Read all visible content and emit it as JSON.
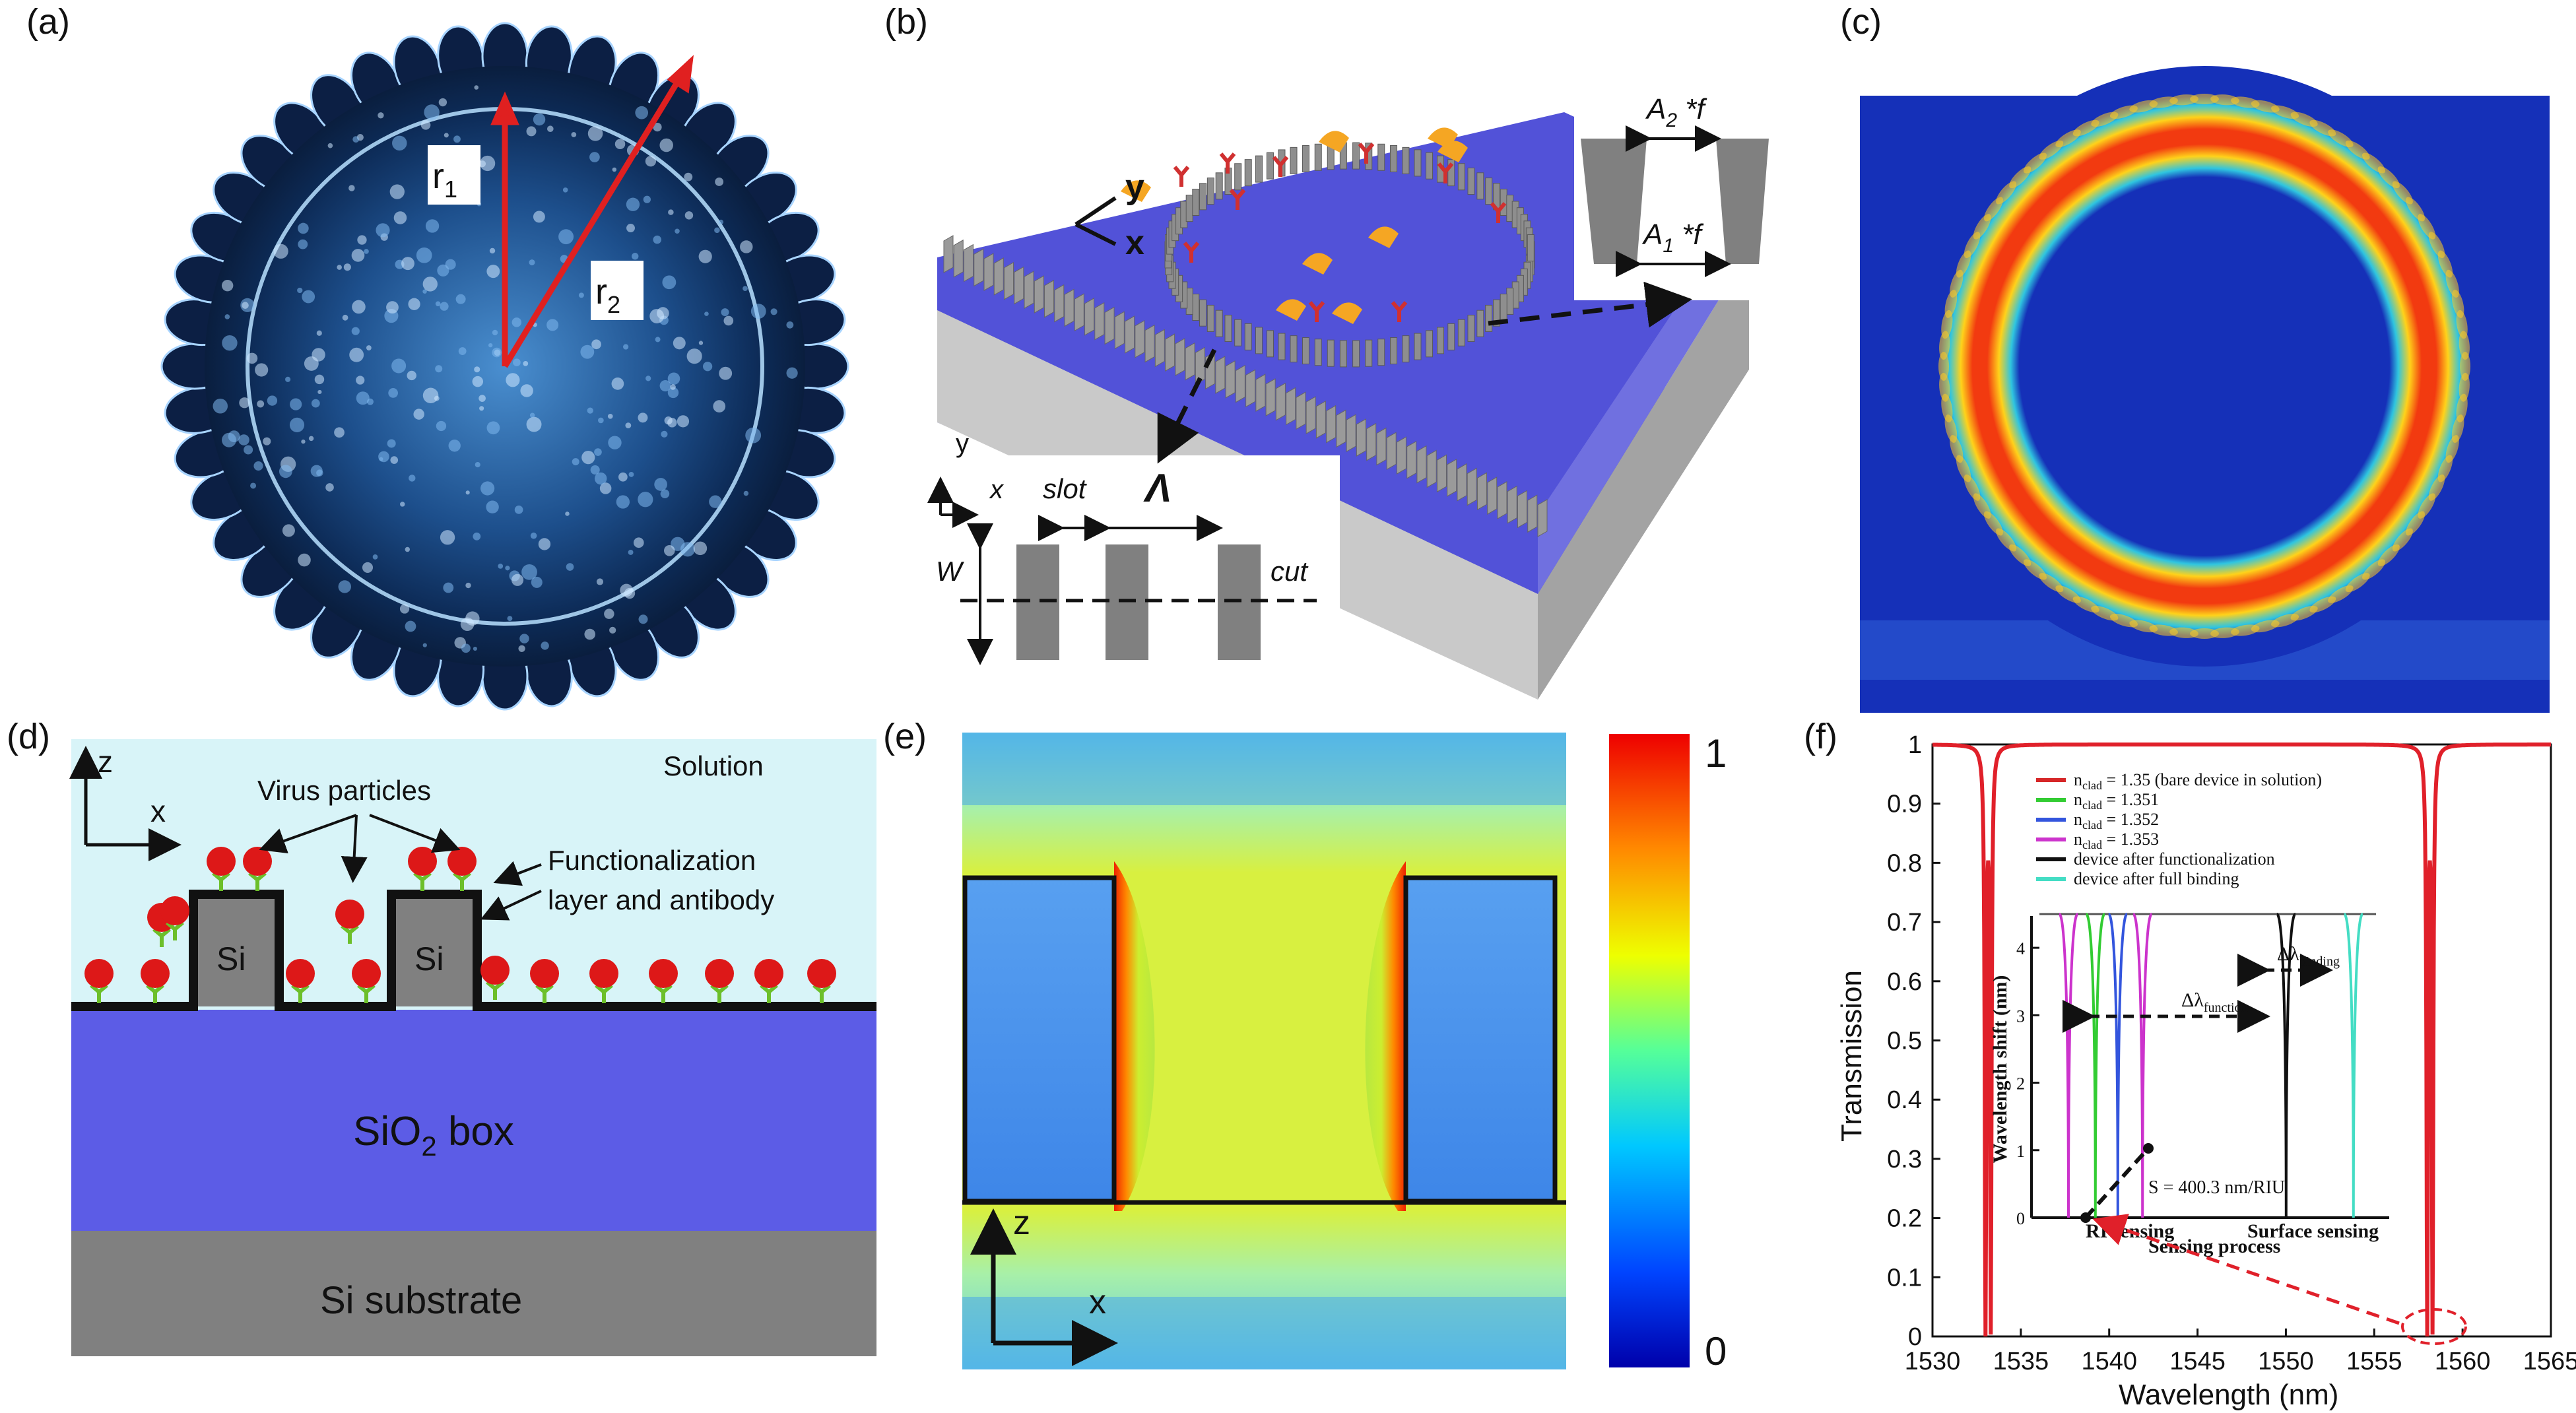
{
  "panels": {
    "a": {
      "letter": "(a)",
      "r1": "r",
      "r1_sub": "1",
      "r2": "r",
      "r2_sub": "2"
    },
    "b": {
      "letter": "(b)",
      "axis_y": "y",
      "axis_x": "x",
      "inset_a2": "A",
      "inset_a2_sub": "2",
      "inset_a2_suffix": " *f",
      "inset_a1": "A",
      "inset_a1_sub": "1",
      "inset_a1_suffix": " *f",
      "slot": "slot",
      "lambda": "Λ",
      "w": "W",
      "cut": "cut",
      "x": "x",
      "y": "y"
    },
    "c": {
      "letter": "(c)"
    },
    "d": {
      "letter": "(d)",
      "z": "z",
      "x": "x",
      "solution": "Solution",
      "virus": "Virus particles",
      "func1": "Functionalization",
      "func2": "layer and antibody",
      "si": "Si",
      "box": "SiO",
      "box_sub": "2",
      "box_suffix": " box",
      "substrate": "Si substrate"
    },
    "e": {
      "letter": "(e)",
      "z": "z",
      "x": "x",
      "cb_max": "1",
      "cb_min": "0"
    },
    "f": {
      "letter": "(f)"
    }
  },
  "colors": {
    "substrate_gray": "#808080",
    "sio2_blue": "#5c5ce6",
    "solution": "#d8f4f8",
    "red_curve": "#e0202a"
  },
  "chart_data": {
    "type": "line",
    "xlabel": "Wavelength (nm)",
    "ylabel": "Transmission",
    "xlim": [
      1530,
      1565
    ],
    "ylim": [
      0,
      1
    ],
    "xticks": [
      1530,
      1535,
      1540,
      1545,
      1550,
      1555,
      1560,
      1565
    ],
    "yticks": [
      0,
      0.1,
      0.2,
      0.3,
      0.4,
      0.5,
      0.6,
      0.7,
      0.8,
      0.9,
      1
    ],
    "series": [
      {
        "dips": [
          {
            "x": 1533.0,
            "depth": 0.99
          },
          {
            "x": 1533.3,
            "depth": 0.97
          },
          {
            "x": 1558.0,
            "depth": 0.99
          },
          {
            "x": 1558.3,
            "depth": 0.97
          }
        ],
        "color": "#e0202a"
      }
    ],
    "legend": [
      {
        "label": "n",
        "sub": "clad",
        "value": " = 1.35 (bare device in solution)",
        "color": "#d62728"
      },
      {
        "label": "n",
        "sub": "clad",
        "value": " = 1.351",
        "color": "#33cc33"
      },
      {
        "label": "n",
        "sub": "clad",
        "value": " = 1.352",
        "color": "#3355dd"
      },
      {
        "label": "n",
        "sub": "clad",
        "value": " = 1.353",
        "color": "#cc33cc"
      },
      {
        "label": "device after functionalization",
        "sub": "",
        "value": "",
        "color": "#111111"
      },
      {
        "label": "device after full binding",
        "sub": "",
        "value": "",
        "color": "#44ddc4"
      }
    ],
    "inset": {
      "ylabel": "Wavelength shift (nm)",
      "xlabel": "Sensing process",
      "ticks_x": [
        "RI sensing",
        "Surface sensing"
      ],
      "yticks": [
        "0",
        "1",
        "2",
        "3",
        "4"
      ],
      "annot_function": "Δλ",
      "annot_function_sub": "function",
      "annot_binding": "Δλ",
      "annot_binding_sub": "binding",
      "sensitivity": "S = 400.3 nm/RIU",
      "dips": [
        {
          "x": 1540.0,
          "color": "#cc33cc"
        },
        {
          "x": 1541.2,
          "color": "#33cc33"
        },
        {
          "x": 1542.2,
          "color": "#3355dd"
        },
        {
          "x": 1543.3,
          "color": "#cc33cc"
        },
        {
          "x": 1549.7,
          "color": "#111111"
        },
        {
          "x": 1552.7,
          "color": "#44ddc4"
        }
      ],
      "points": [
        {
          "x": 0,
          "y": 0
        },
        {
          "x": 1,
          "y": 1.2
        }
      ]
    }
  }
}
